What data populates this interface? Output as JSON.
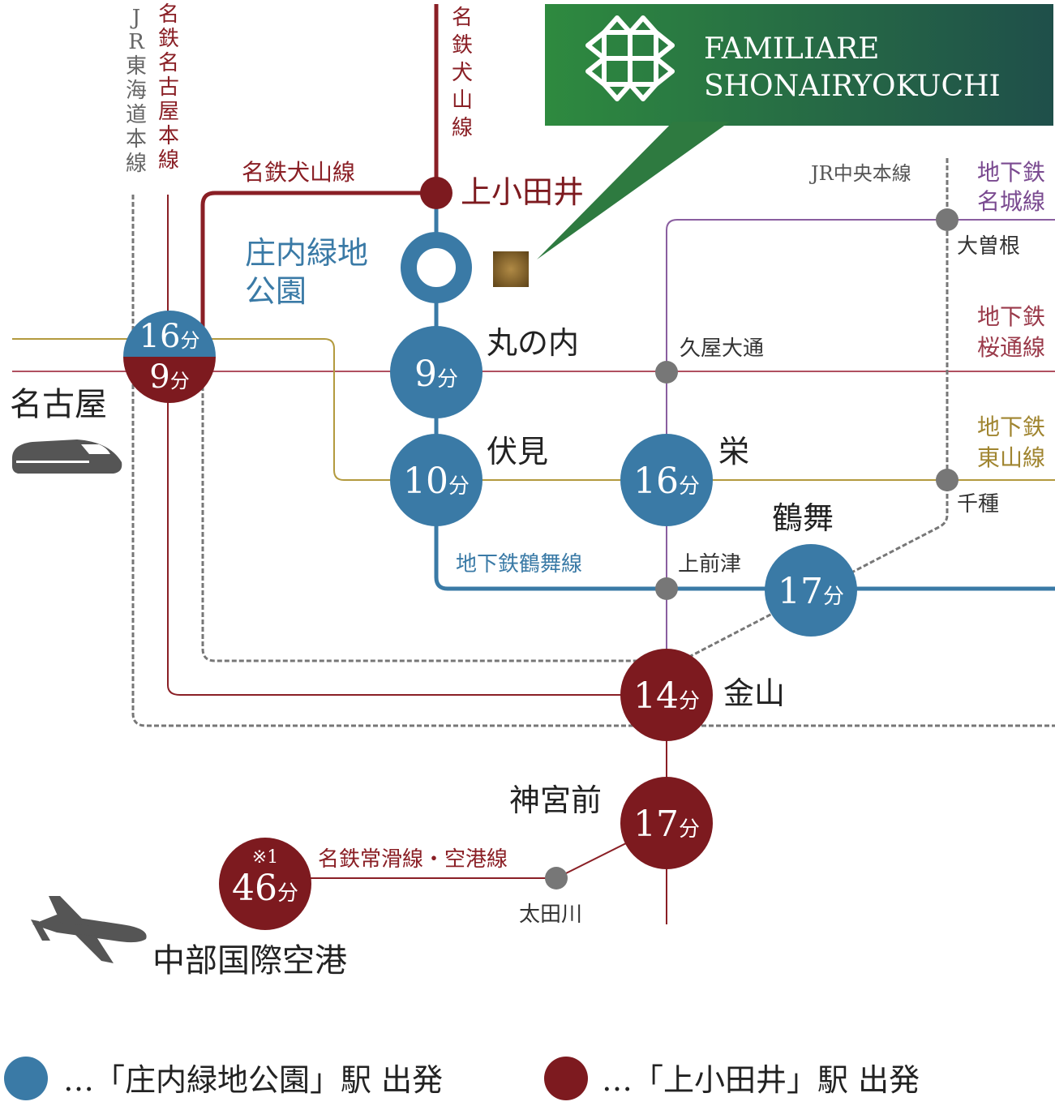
{
  "brand": {
    "name_line1": "FAMILIARE",
    "name_line2": "SHONAIRYOKUCHI",
    "color_start": "#2e8a3f",
    "color_end": "#1f4f4a"
  },
  "colors": {
    "blue_station": "#3a7aa6",
    "red_station": "#7d1a1f",
    "tsurumai_line": "#3a7aa6",
    "sakuradori_line": "#b05060",
    "higashiyama_line": "#b39a3e",
    "meijo_line": "#8a5ea0",
    "meitetsu_line": "#8a1f25",
    "jr_line": "#777777",
    "property_marker": "#8a6a2a"
  },
  "lines": {
    "jr_tokaido": "JR東海道本線",
    "meitetsu_nagoya": "名鉄名古屋本線",
    "meitetsu_inuyama_vertical": "名鉄犬山線",
    "meitetsu_inuyama_horizontal": "名鉄犬山線",
    "jr_chuo": "JR中央本線",
    "meijo": "地下鉄名城線",
    "sakuradori": "地下鉄桜通線",
    "higashiyama": "地下鉄東山線",
    "tsurumai": "地下鉄鶴舞線",
    "tokoname": "名鉄常滑線・空港線"
  },
  "stations": {
    "kamiotai": "上小田井",
    "shonai": "庄内緑地公園",
    "shonai_line1": "庄内緑地",
    "shonai_line2": "公園",
    "marunouchi": {
      "name": "丸の内",
      "min": "9",
      "unit": "分"
    },
    "fushimi": {
      "name": "伏見",
      "min": "10",
      "unit": "分"
    },
    "sakae": {
      "name": "栄",
      "min": "16",
      "unit": "分"
    },
    "tsurumai": {
      "name": "鶴舞",
      "min": "17",
      "unit": "分"
    },
    "kanayama": {
      "name": "金山",
      "min": "14",
      "unit": "分"
    },
    "jingumae": {
      "name": "神宮前",
      "min": "17",
      "unit": "分"
    },
    "nagoya": {
      "name": "名古屋",
      "min_blue": "16",
      "min_red": "9",
      "unit": "分"
    },
    "airport": {
      "name": "中部国際空港",
      "min": "46",
      "unit": "分",
      "note": "※1"
    },
    "hisaya": "久屋大通",
    "ozone": "大曽根",
    "chikusa": "千種",
    "kamimaezu": "上前津",
    "otagawa": "太田川"
  },
  "legend": {
    "blue_label": "…「庄内緑地公園」駅 出発",
    "red_label": "…「上小田井」駅 出発"
  }
}
